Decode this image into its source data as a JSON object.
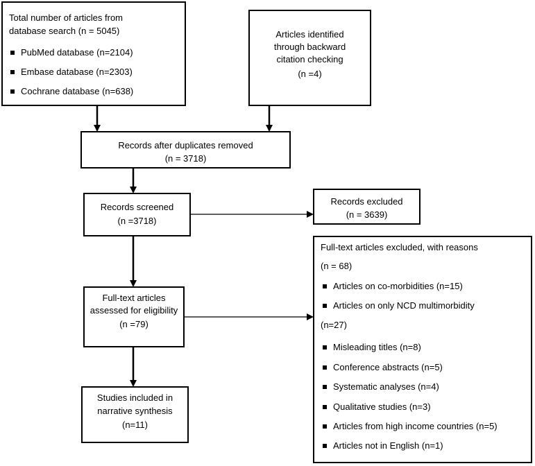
{
  "database_box": {
    "title_line1": "Total number of articles from",
    "title_line2": "database search (n = 5045)",
    "items": [
      "PubMed database (n=2104)",
      "Embase database (n=2303)",
      "Cochrane database (n=638)"
    ]
  },
  "backward_box": {
    "line1": "Articles identified",
    "line2": "through backward",
    "line3": "citation checking",
    "line4": "(n =4)"
  },
  "duplicates_box": {
    "line1": "Records after duplicates removed",
    "line2": "(n = 3718)"
  },
  "screened_box": {
    "line1": "Records screened",
    "line2": "(n =3718)"
  },
  "excluded_box": {
    "line1": "Records excluded",
    "line2": "(n = 3639)"
  },
  "eligibility_box": {
    "line1": "Full-text articles",
    "line2": "assessed for eligibility",
    "line3": "(n =79)"
  },
  "included_box": {
    "line1": "Studies included in",
    "line2": "narrative synthesis",
    "line3": "(n=11)"
  },
  "fulltext_excluded_box": {
    "title": "Full-text articles excluded, with reasons",
    "count": "(n = 68)",
    "items": [
      "Articles on co-morbidities (n=15)",
      "Articles on only NCD multimorbidity",
      "(n=27)",
      "Misleading titles (n=8)",
      "Conference abstracts (n=5)",
      "Systematic analyses (n=4)",
      "Qualitative studies (n=3)",
      "Articles from high income countries (n=5)",
      "Articles not in English (n=1)"
    ]
  }
}
